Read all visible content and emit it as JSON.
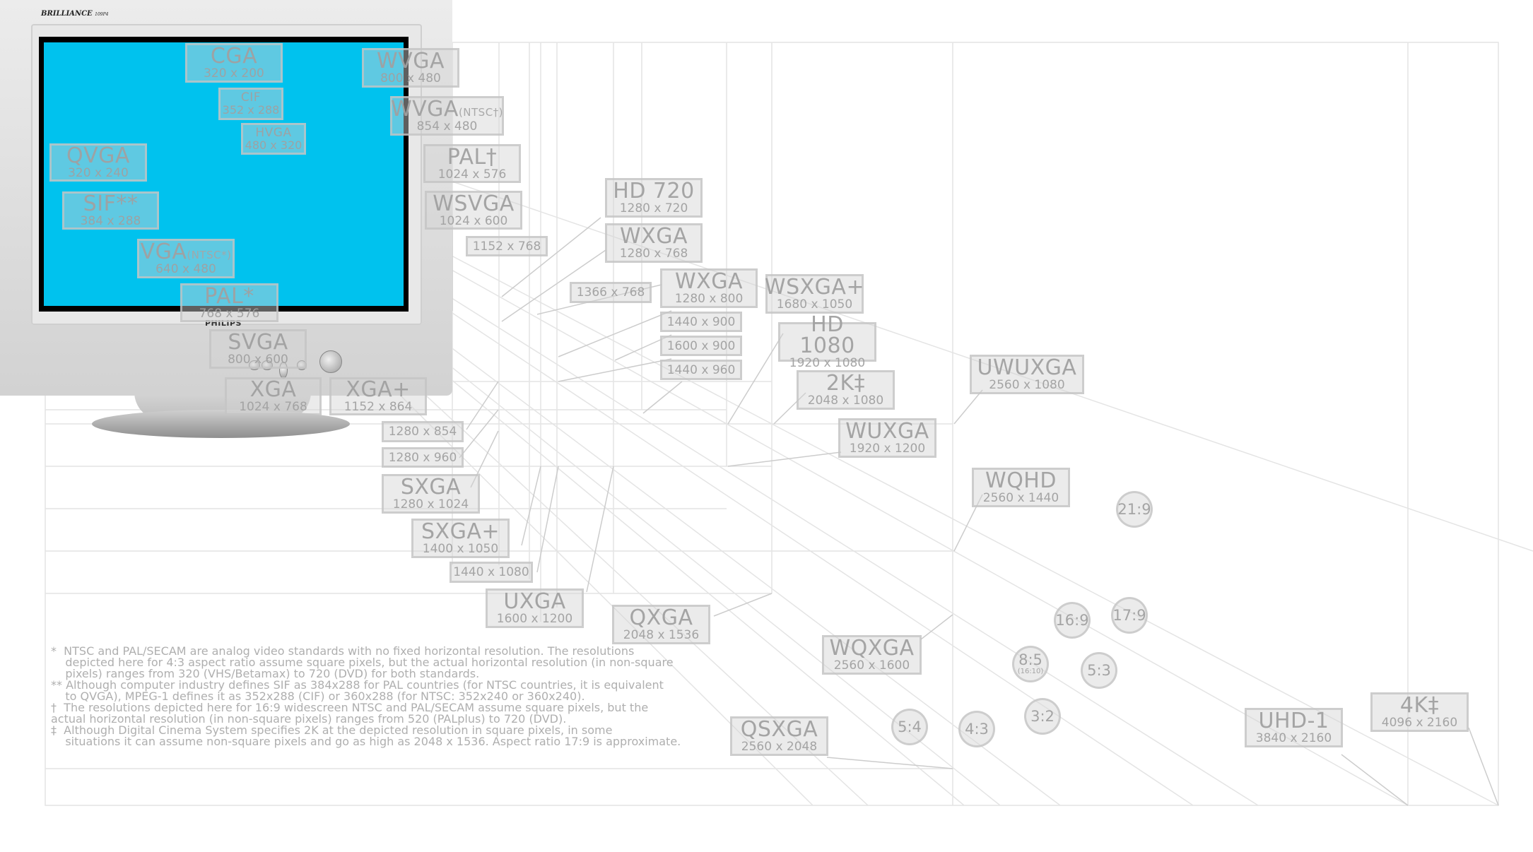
{
  "monitor": {
    "brand": "BRILLIANCE",
    "model": "109P4",
    "maker": "PHILIPS"
  },
  "resolutions": {
    "cga": {
      "name": "CGA",
      "dim": "320 x 200"
    },
    "cif": {
      "name": "CIF",
      "dim": "352 x 288"
    },
    "hvga": {
      "name": "HVGA",
      "dim": "480 x 320"
    },
    "qvga": {
      "name": "QVGA",
      "dim": "320 x 240"
    },
    "sif": {
      "name": "SIF**",
      "dim": "384 x 288"
    },
    "vga": {
      "name": "VGA",
      "sub": "(NTSC*)",
      "dim": "640 x 480"
    },
    "pal": {
      "name": "PAL*",
      "dim": "768 x 576"
    },
    "svga": {
      "name": "SVGA",
      "dim": "800 x 600"
    },
    "xga": {
      "name": "XGA",
      "dim": "1024 x 768"
    },
    "xgaplus": {
      "name": "XGA+",
      "dim": "1152 x 864"
    },
    "wvga": {
      "name": "WVGA",
      "dim": "800 x 480"
    },
    "wvga_ntsc": {
      "name": "WVGA",
      "sub": "(NTSC†)",
      "dim": "854 x 480"
    },
    "pal_w": {
      "name": "PAL†",
      "dim": "1024 x 576"
    },
    "wsvga": {
      "name": "WSVGA",
      "dim": "1024 x 600"
    },
    "r1152x768": {
      "dim": "1152 x 768"
    },
    "hd720": {
      "name": "HD 720",
      "dim": "1280 x 720"
    },
    "wxga768": {
      "name": "WXGA",
      "dim": "1280 x 768"
    },
    "r1366x768": {
      "dim": "1366 x 768"
    },
    "wxga800": {
      "name": "WXGA",
      "dim": "1280 x 800"
    },
    "r1440x900": {
      "dim": "1440 x 900"
    },
    "r1600x900": {
      "dim": "1600 x 900"
    },
    "r1440x960": {
      "dim": "1440 x 960"
    },
    "wsxgaplus": {
      "name": "WSXGA+",
      "dim": "1680 x 1050"
    },
    "hd1080": {
      "name": "HD 1080",
      "dim": "1920 x 1080"
    },
    "twok": {
      "name": "2K‡",
      "dim": "2048 x 1080"
    },
    "wuxga": {
      "name": "WUXGA",
      "dim": "1920 x 1200"
    },
    "uwuxga": {
      "name": "UWUXGA",
      "dim": "2560 x 1080"
    },
    "r1280x854": {
      "dim": "1280 x 854"
    },
    "r1280x960": {
      "dim": "1280 x 960"
    },
    "sxga": {
      "name": "SXGA",
      "dim": "1280 x 1024"
    },
    "sxgaplus": {
      "name": "SXGA+",
      "dim": "1400 x 1050"
    },
    "r1440x1080": {
      "dim": "1440 x 1080"
    },
    "uxga": {
      "name": "UXGA",
      "dim": "1600 x 1200"
    },
    "qxga": {
      "name": "QXGA",
      "dim": "2048 x 1536"
    },
    "wqhd": {
      "name": "WQHD",
      "dim": "2560 x 1440"
    },
    "wqxga": {
      "name": "WQXGA",
      "dim": "2560 x 1600"
    },
    "qsxga": {
      "name": "QSXGA",
      "dim": "2560 x 2048"
    },
    "uhd1": {
      "name": "UHD-1",
      "dim": "3840 x 2160"
    },
    "fourk": {
      "name": "4K‡",
      "dim": "4096 x 2160"
    }
  },
  "ratios": {
    "r21_9": "21:9",
    "r16_9": "16:9",
    "r17_9": "17:9",
    "r8_5": "8:5",
    "r8_5_sub": "(16:10)",
    "r5_3": "5:3",
    "r5_4": "5:4",
    "r4_3": "4:3",
    "r3_2": "3:2"
  },
  "notes": [
    "*  NTSC and PAL/SECAM are analog video standards with no fixed horizontal resolution. The resolutions",
    "    depicted here for 4:3 aspect ratio assume square pixels, but the actual horizontal resolution (in non-square",
    "    pixels) ranges from 320 (VHS/Betamax) to 720 (DVD) for both standards.",
    "** Although computer industry defines SIF as 384x288 for PAL countries (for NTSC countries, it is equivalent",
    "    to QVGA), MPEG-1 defines it as 352x288 (CIF) or 360x288 (for NTSC: 352x240 or 360x240).",
    "†  The resolutions depicted here for 16:9 widescreen NTSC and PAL/SECAM assume square pixels, but the",
    "actual horizontal resolution (in non-square pixels) ranges from 520 (PALplus) to 720 (DVD).",
    "‡  Although Digital Cinema System specifies 2K at the depicted resolution in square pixels, in some",
    "    situations it can assume non-square pixels and go as high as 2048 x 1536. Aspect ratio 17:9 is approximate."
  ]
}
